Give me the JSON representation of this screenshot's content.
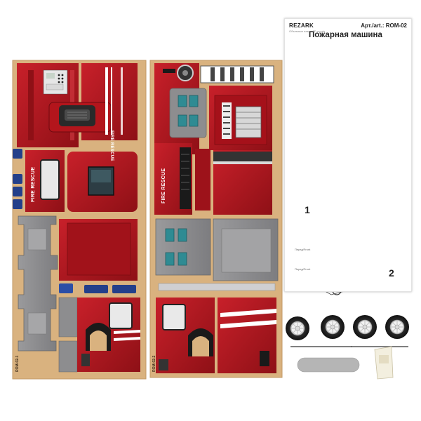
{
  "product": {
    "brand": "REZARK",
    "brand_subtitle": "Объемные пазлы 3D puzzle",
    "article": "Арт./art.: ROM-02",
    "title": "Пожарная машина",
    "step_1": "1",
    "step_2": "2",
    "front_caption_1": "Перед/Front",
    "front_caption_2": "Перед/Front"
  },
  "sheets": {
    "left_label": "FIRE RESCUE",
    "middle_label": "FIRE RESCUE",
    "left_code": "ROM-02-1",
    "right_code": "ROM-02-2",
    "cab_side_label": "FIRE RESCUE"
  },
  "colors": {
    "cardboard": "#d9b27f",
    "fire_red": "#b3151c",
    "dark_red": "#7c0d12",
    "panel_grey": "#8d8d8f",
    "paper": "#ffffff"
  },
  "accessories": {
    "wheel_count": 4
  }
}
